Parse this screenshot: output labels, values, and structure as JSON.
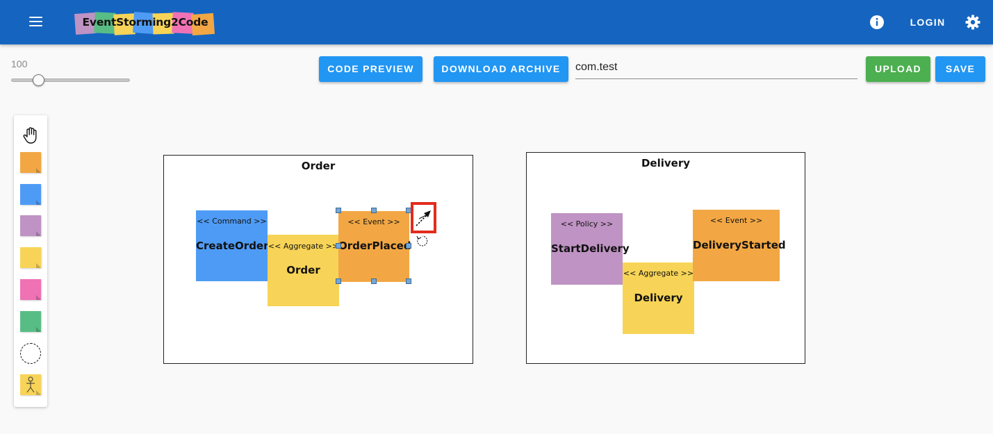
{
  "app": {
    "logo_text": "EventStorming2Code",
    "login_label": "LOGIN"
  },
  "colors": {
    "appbar": "#1565c0",
    "primary_button": "#2196f3",
    "upload_button": "#4caf50",
    "command": "#4e9bf5",
    "aggregate": "#f7d457",
    "event": "#f2a744",
    "policy": "#bf93c3",
    "external_system": "#ef72b5",
    "read_model": "#58bd85",
    "selection_highlight": "#e32b1c"
  },
  "toolbar": {
    "zoom_value": "100",
    "zoom_fraction": 0.2,
    "code_preview_label": "CODE PREVIEW",
    "download_archive_label": "DOWNLOAD ARCHIVE",
    "package_value": "com.test",
    "upload_label": "UPLOAD",
    "save_label": "SAVE"
  },
  "palette": {
    "items": [
      {
        "name": "hand-tool-icon"
      },
      {
        "name": "event-sticky",
        "color": "#f2a744"
      },
      {
        "name": "command-sticky",
        "color": "#4e9bf5"
      },
      {
        "name": "policy-sticky",
        "color": "#bf93c3"
      },
      {
        "name": "aggregate-sticky",
        "color": "#f7d457"
      },
      {
        "name": "external-system-sticky",
        "color": "#ef72b5"
      },
      {
        "name": "read-model-sticky",
        "color": "#58bd85"
      },
      {
        "name": "bounded-context-icon"
      },
      {
        "name": "actor-sticky",
        "color": "#f7d457"
      }
    ]
  },
  "canvas": {
    "contexts": [
      {
        "title": "Order",
        "stickies": [
          {
            "type": "command",
            "stereotype": "<< Command >>",
            "name": "CreateOrder"
          },
          {
            "type": "aggregate",
            "stereotype": "<< Aggregate >>",
            "name": "Order"
          },
          {
            "type": "event",
            "stereotype": "<< Event >>",
            "name": "OrderPlaced"
          }
        ]
      },
      {
        "title": "Delivery",
        "stickies": [
          {
            "type": "policy",
            "stereotype": "<< Policy >>",
            "name": "StartDelivery"
          },
          {
            "type": "aggregate",
            "stereotype": "<< Aggregate >>",
            "name": "Delivery"
          },
          {
            "type": "event",
            "stereotype": "<< Event >>",
            "name": "DeliveryStarted"
          }
        ]
      }
    ]
  }
}
